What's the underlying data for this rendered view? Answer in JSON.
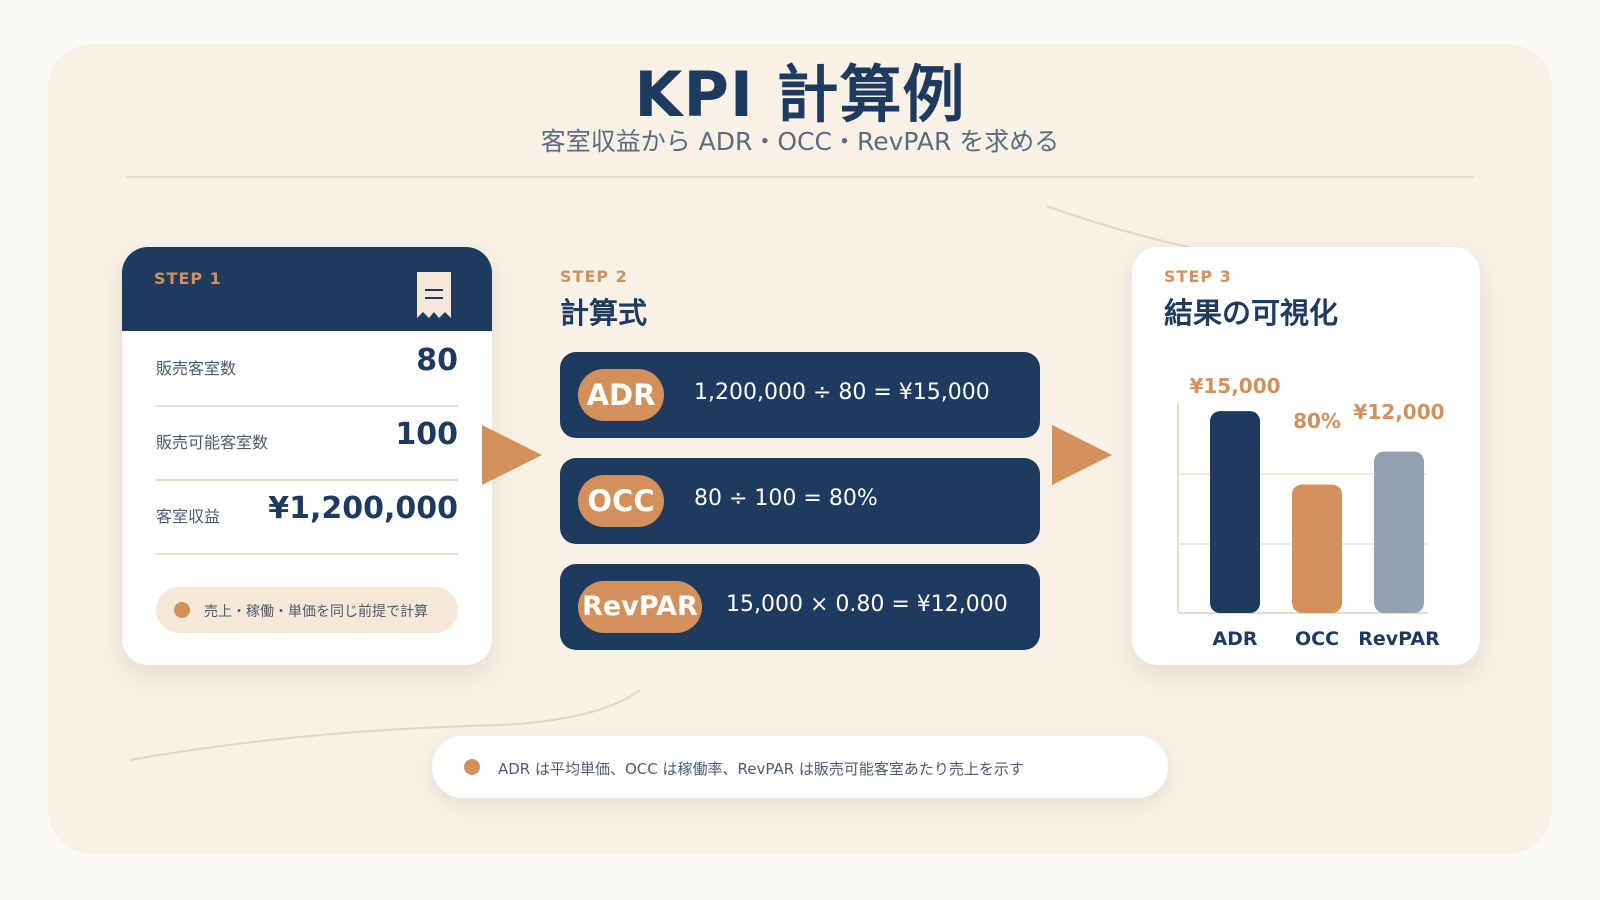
{
  "header": {
    "title": "KPI 計算例",
    "subtitle": "客室収益から ADR・OCC・RevPAR を求める"
  },
  "step1": {
    "label": "STEP 1",
    "icon": "receipt-icon",
    "rows": [
      {
        "label": "販売客室数",
        "value": "80"
      },
      {
        "label": "販売可能客室数",
        "value": "100"
      },
      {
        "label": "客室収益",
        "value": "¥1,200,000"
      }
    ],
    "note": "売上・稼働・単価を同じ前提で計算"
  },
  "step2": {
    "label": "STEP 2",
    "title": "計算式",
    "formulas": [
      {
        "badge": "ADR",
        "text": "1,200,000 ÷ 80 = ¥15,000"
      },
      {
        "badge": "OCC",
        "text": "80 ÷ 100 = 80%"
      },
      {
        "badge": "RevPAR",
        "text": "15,000 × 0.80 = ¥12,000"
      }
    ]
  },
  "step3": {
    "label": "STEP 3",
    "title": "結果の可視化"
  },
  "chart_data": {
    "type": "bar",
    "categories": [
      "ADR",
      "OCC",
      "RevPAR"
    ],
    "values": [
      15000,
      80,
      12000
    ],
    "value_labels": [
      "¥15,000",
      "80%",
      "¥12,000"
    ],
    "bar_colors": [
      "#1f3a5f",
      "#d4905a",
      "#93a1b3"
    ],
    "grid": true
  },
  "footer": {
    "note": "ADR は平均単価、OCC は稼働率、RevPAR は販売可能客室あたり売上を示す"
  },
  "colors": {
    "navy": "#1f3a5f",
    "accent": "#d4905a",
    "cream": "#f8f1e6",
    "slate": "#93a1b3"
  }
}
